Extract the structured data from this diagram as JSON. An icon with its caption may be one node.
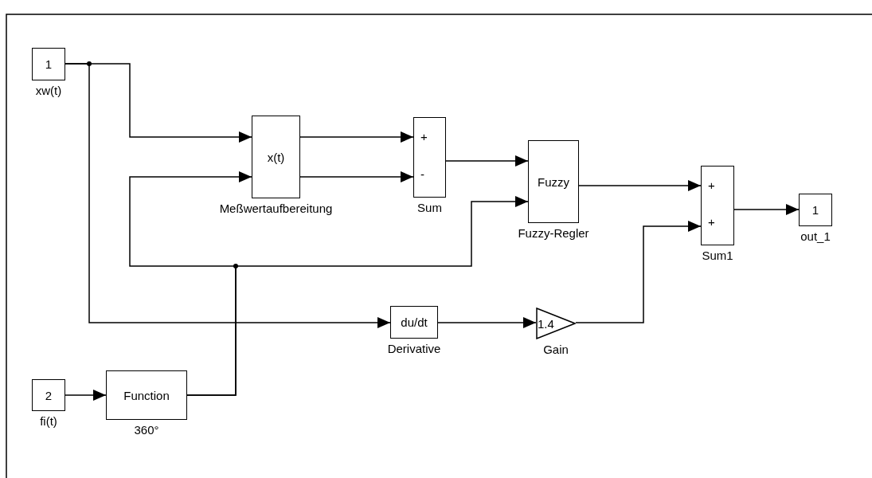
{
  "diagram": {
    "nodes": [
      {
        "text": [
          "1"
        ],
        "beside": [
          "xw(t)"
        ]
      },
      {
        "text": [
          "x(t)"
        ],
        "beside": [
          "Meßwertaufbereitung"
        ]
      },
      {
        "text": [
          "+",
          "-"
        ],
        "beside": [
          "Sum"
        ]
      },
      {
        "text": [
          "Fuzzy"
        ],
        "beside": [
          "Fuzzy-Regler"
        ]
      },
      {
        "text": [
          "+",
          "+"
        ],
        "beside": [
          "Sum1"
        ]
      },
      {
        "text": [
          "1"
        ],
        "beside": [
          "out_1"
        ]
      },
      {
        "text": [
          "du/dt"
        ],
        "beside": [
          "Derivative"
        ]
      },
      {
        "text": [
          "1.4"
        ],
        "beside": [
          "Gain"
        ]
      },
      {
        "text": [
          "2"
        ],
        "beside": [
          "fi(t)"
        ]
      },
      {
        "text": [
          "Function"
        ],
        "beside": [
          "360°"
        ]
      }
    ],
    "edges": [
      {
        "from": 0,
        "to": 1,
        "arrow": "to"
      },
      {
        "from": 0,
        "to": 6,
        "arrow": "to"
      },
      {
        "from": 1,
        "to": 2,
        "arrow": "to"
      },
      {
        "from": 1,
        "to": 2,
        "arrow": "to"
      },
      {
        "from": 2,
        "to": 3,
        "arrow": "to"
      },
      {
        "from": 9,
        "to": 1,
        "arrow": "to"
      },
      {
        "from": 9,
        "to": 3,
        "arrow": "to"
      },
      {
        "from": 3,
        "to": 4,
        "arrow": "to"
      },
      {
        "from": 6,
        "to": 7,
        "arrow": "to"
      },
      {
        "from": 7,
        "to": 4,
        "arrow": "to"
      },
      {
        "from": 4,
        "to": 5,
        "arrow": "to"
      },
      {
        "from": 8,
        "to": 9,
        "arrow": "to"
      }
    ]
  }
}
